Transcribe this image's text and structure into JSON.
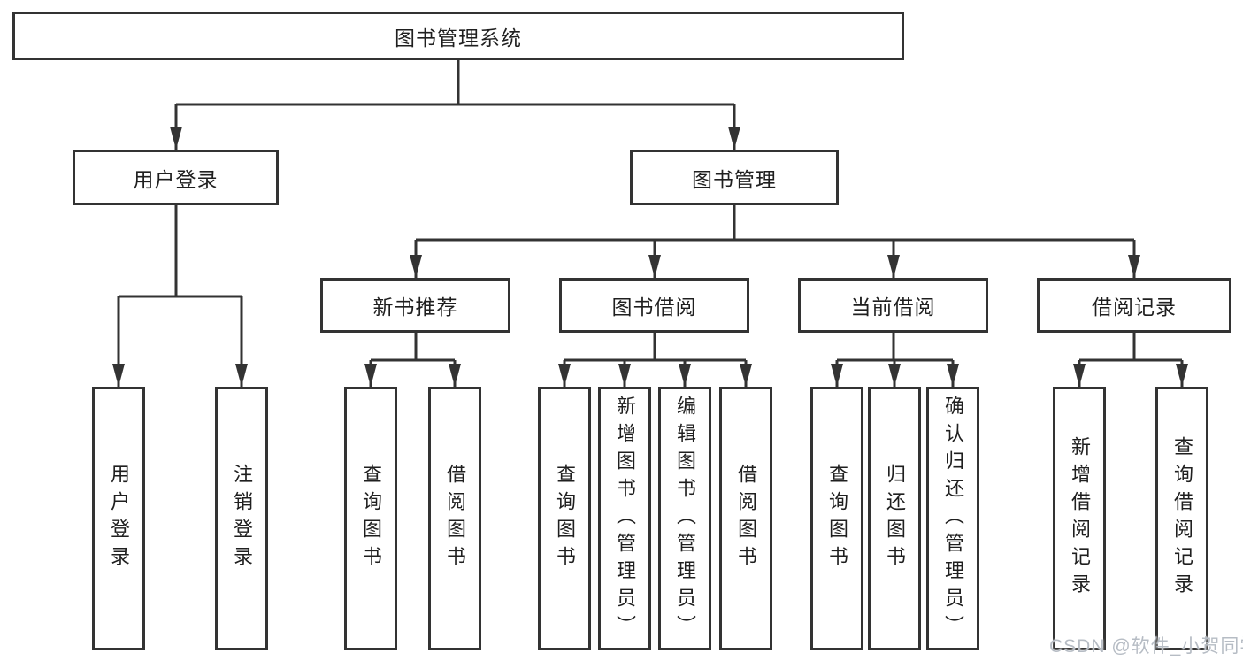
{
  "tree": {
    "root": {
      "label": "图书管理系统",
      "children": [
        {
          "label": "用户登录",
          "children": [
            {
              "label": "用户登录"
            },
            {
              "label": "注销登录"
            }
          ]
        },
        {
          "label": "图书管理",
          "children": [
            {
              "label": "新书推荐",
              "children": [
                {
                  "label": "查询图书"
                },
                {
                  "label": "借阅图书"
                }
              ]
            },
            {
              "label": "图书借阅",
              "children": [
                {
                  "label": "查询图书"
                },
                {
                  "label": "新增图书（管理员）"
                },
                {
                  "label": "编辑图书（管理员）"
                },
                {
                  "label": "借阅图书"
                }
              ]
            },
            {
              "label": "当前借阅",
              "children": [
                {
                  "label": "查询图书"
                },
                {
                  "label": "归还图书"
                },
                {
                  "label": "确认归还（管理员）"
                }
              ]
            },
            {
              "label": "借阅记录",
              "children": [
                {
                  "label": "新增借阅记录"
                },
                {
                  "label": "查询借阅记录"
                }
              ]
            }
          ]
        }
      ]
    }
  },
  "watermark": {
    "text": "CSDN @软件_小贺同学"
  },
  "colors": {
    "line": "#333333",
    "text": "#1f1f1f",
    "watermark": "#b6bcc4",
    "background": "#ffffff"
  }
}
